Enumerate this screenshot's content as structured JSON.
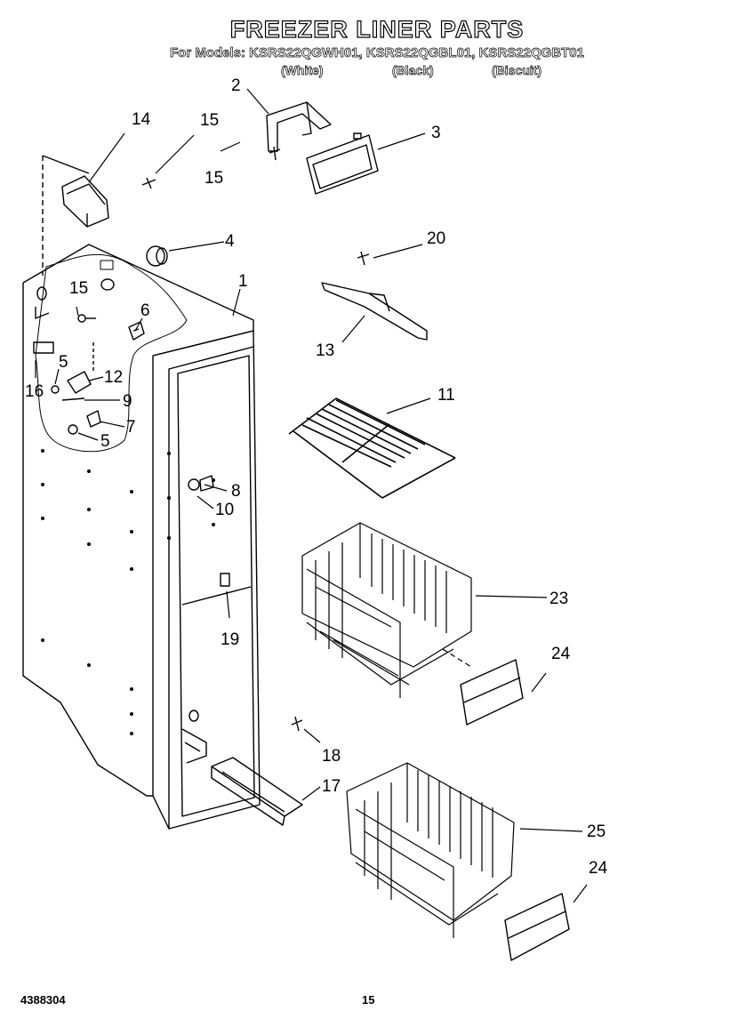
{
  "header": {
    "title": "FREEZER LINER PARTS",
    "models_line": "For Models: KSRS22QGWH01, KSRS22QGBL01, KSRS22QGBT01",
    "colors": [
      "(White)",
      "(Black)",
      "(Biscuit)"
    ]
  },
  "footer": {
    "doc_number": "4388304",
    "page_number": "15"
  },
  "callouts": {
    "c1": "1",
    "c2": "2",
    "c3": "3",
    "c4": "4",
    "c5a": "5",
    "c5b": "5",
    "c6": "6",
    "c7": "7",
    "c8": "8",
    "c9": "9",
    "c10": "10",
    "c11": "11",
    "c12": "12",
    "c13": "13",
    "c14": "14",
    "c15a": "15",
    "c15b": "15",
    "c15c": "15",
    "c16": "16",
    "c17": "17",
    "c18": "18",
    "c19": "19",
    "c20": "20",
    "c23": "23",
    "c24a": "24",
    "c24b": "24",
    "c25": "25"
  }
}
